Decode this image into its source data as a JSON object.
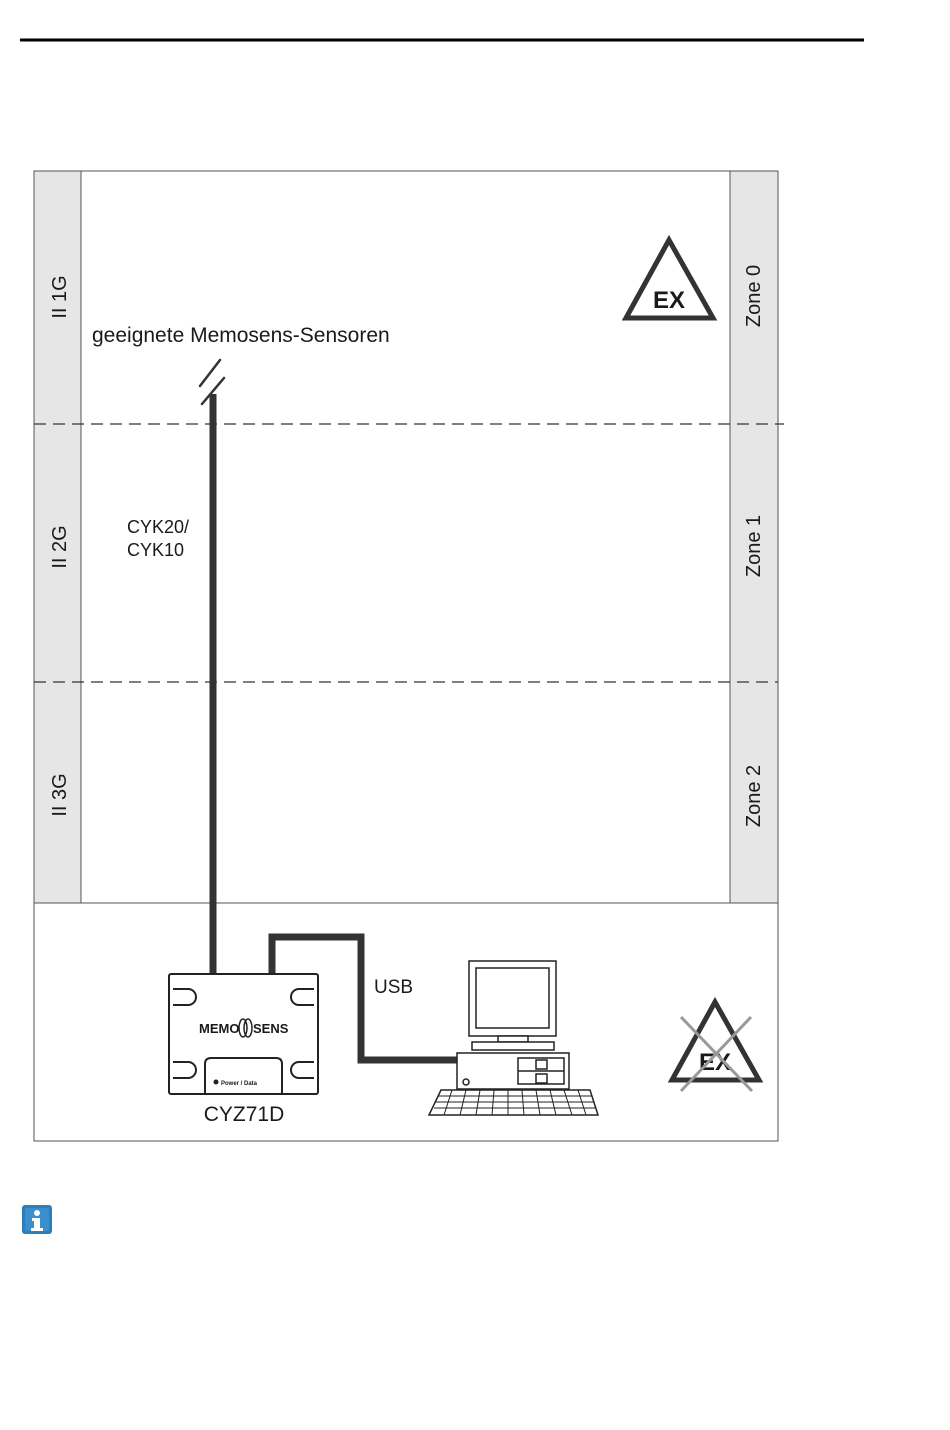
{
  "diagram": {
    "sensors_label": "geeignete Memosens-Sensoren",
    "cable_label_1": "CYK20/",
    "cable_label_2": "CYK10",
    "usb_label": "USB",
    "device_label": "CYZ71D",
    "memosens_logo_memo": "MEMO",
    "memosens_logo_sens": "SENS",
    "device_brand_text": "Power / Data",
    "ex_symbol_text": "EX",
    "categories": [
      "II 1G",
      "II 2G",
      "II 3G"
    ],
    "zones": [
      "Zone 0",
      "Zone 1",
      "Zone 2"
    ],
    "colors": {
      "band": "#e6e6e6",
      "line": "#333333",
      "ex_cross": "#999999",
      "info_icon": "#2c7fb8"
    }
  },
  "icons": {
    "info": "info-icon"
  }
}
